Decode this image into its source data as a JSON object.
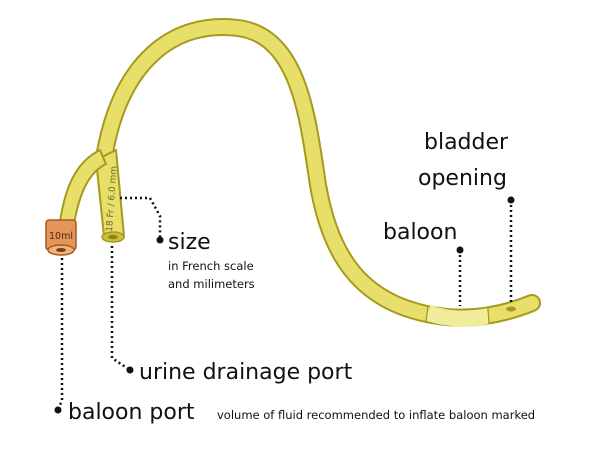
{
  "diagram": {
    "catheter_size_marking": "18 Fr / 6.0 mm",
    "balloon_volume_marking": "10ml"
  },
  "labels": {
    "bladder_opening_line1": "bladder",
    "bladder_opening_line2": "opening",
    "baloon": "baloon",
    "size": "size",
    "size_note_line1": "in French scale",
    "size_note_line2": "and milimeters",
    "urine_drainage_port": "urine drainage port",
    "baloon_port": "baloon port",
    "baloon_port_note": "volume of fluid recommended to inflate baloon marked"
  },
  "colors": {
    "tube_fill": "#e8df6a",
    "tube_outline": "#a59a1e",
    "balloon_fill": "#f1ec9c",
    "port_cap": "#e59558"
  }
}
